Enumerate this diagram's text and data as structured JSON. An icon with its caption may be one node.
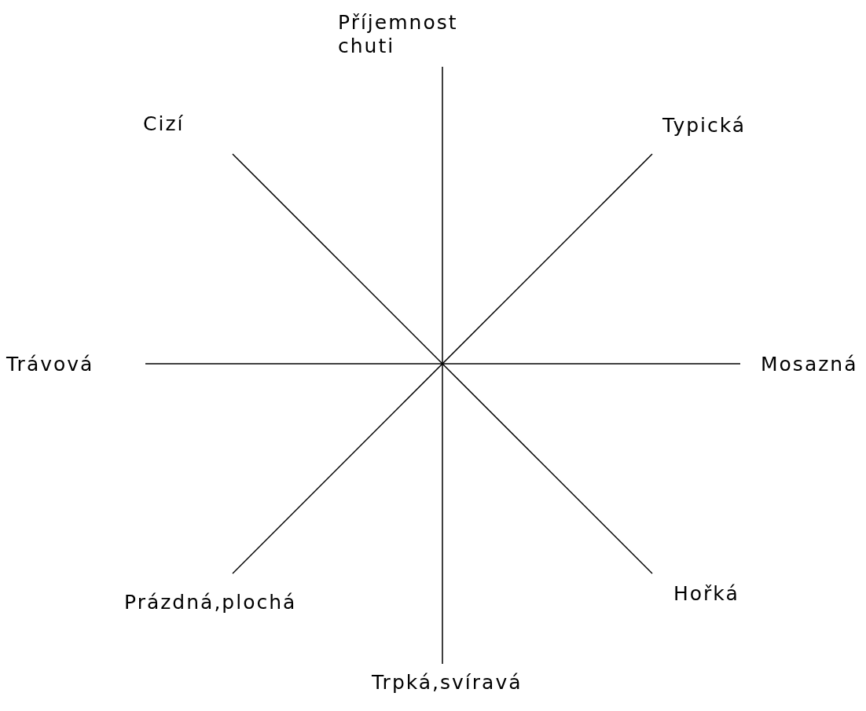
{
  "diagram": {
    "labels": [
      "Příjemnost chuti",
      "Cizí",
      "Typická",
      "Trávová",
      "Mosazná",
      "Prázdná,plochá",
      "Hořká",
      "Trpká,svíravá"
    ]
  }
}
